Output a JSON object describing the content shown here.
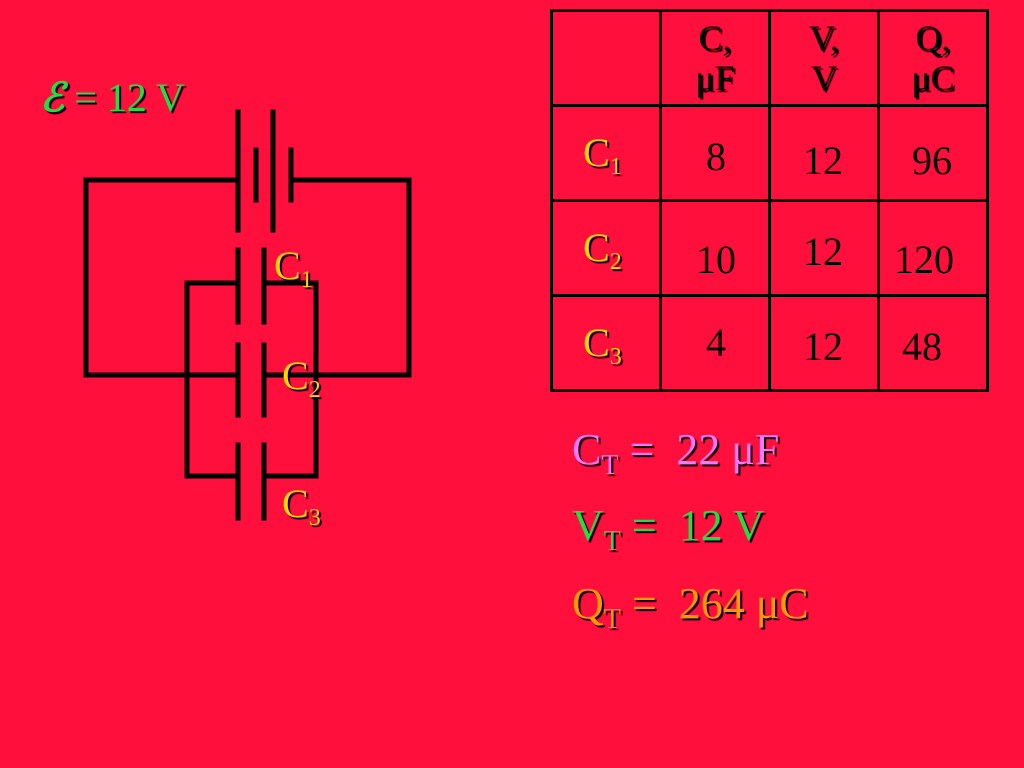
{
  "emf": {
    "symbol": "ℰ",
    "text": " = 12 V",
    "color": "#22dd44"
  },
  "circuit": {
    "labels": [
      {
        "name": "C",
        "sub": "1"
      },
      {
        "name": "C",
        "sub": "2"
      },
      {
        "name": "C",
        "sub": "3"
      }
    ]
  },
  "table": {
    "headers": [
      {
        "line1": "C,",
        "line2": "μF"
      },
      {
        "line1": "V,",
        "line2": "V"
      },
      {
        "line1": "Q,",
        "line2": "μC"
      }
    ],
    "rows": [
      {
        "name": "C",
        "sub": "1",
        "c": "8",
        "v": "12",
        "q": "96"
      },
      {
        "name": "C",
        "sub": "2",
        "c": "10",
        "v": "12",
        "q": "120"
      },
      {
        "name": "C",
        "sub": "3",
        "c": "4",
        "v": "12",
        "q": "48"
      }
    ]
  },
  "totals": {
    "c": {
      "name": "C",
      "sub": "T",
      "value": " =  22 μF"
    },
    "v": {
      "name": "V",
      "sub": "T",
      "value": " =  12 V"
    },
    "q": {
      "name": "Q",
      "sub": "T",
      "value": " =  264 μC"
    }
  },
  "colors": {
    "background": "#ff0f3c",
    "capacitance": "#ff77ff",
    "voltage": "#22dd44",
    "charge": "#ff9900",
    "labels": "#ffd400"
  }
}
